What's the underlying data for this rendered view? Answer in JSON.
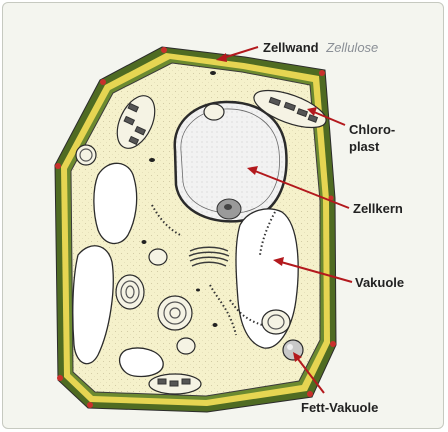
{
  "labels": {
    "zellwand": "Zellwand",
    "zellulose": "Zellulose",
    "chloroplast_line1": "Chloro-",
    "chloroplast_line2": "plast",
    "zellkern": "Zellkern",
    "vakuole": "Vakuole",
    "fett_vakuole": "Fett-Vakuole"
  },
  "colors": {
    "cell_wall_outer": "#5a7a2a",
    "cell_wall_inner": "#e0d050",
    "cytoplasm": "#f3f0c8",
    "arrow": "#b3191d",
    "background": "#f4f5ef"
  }
}
